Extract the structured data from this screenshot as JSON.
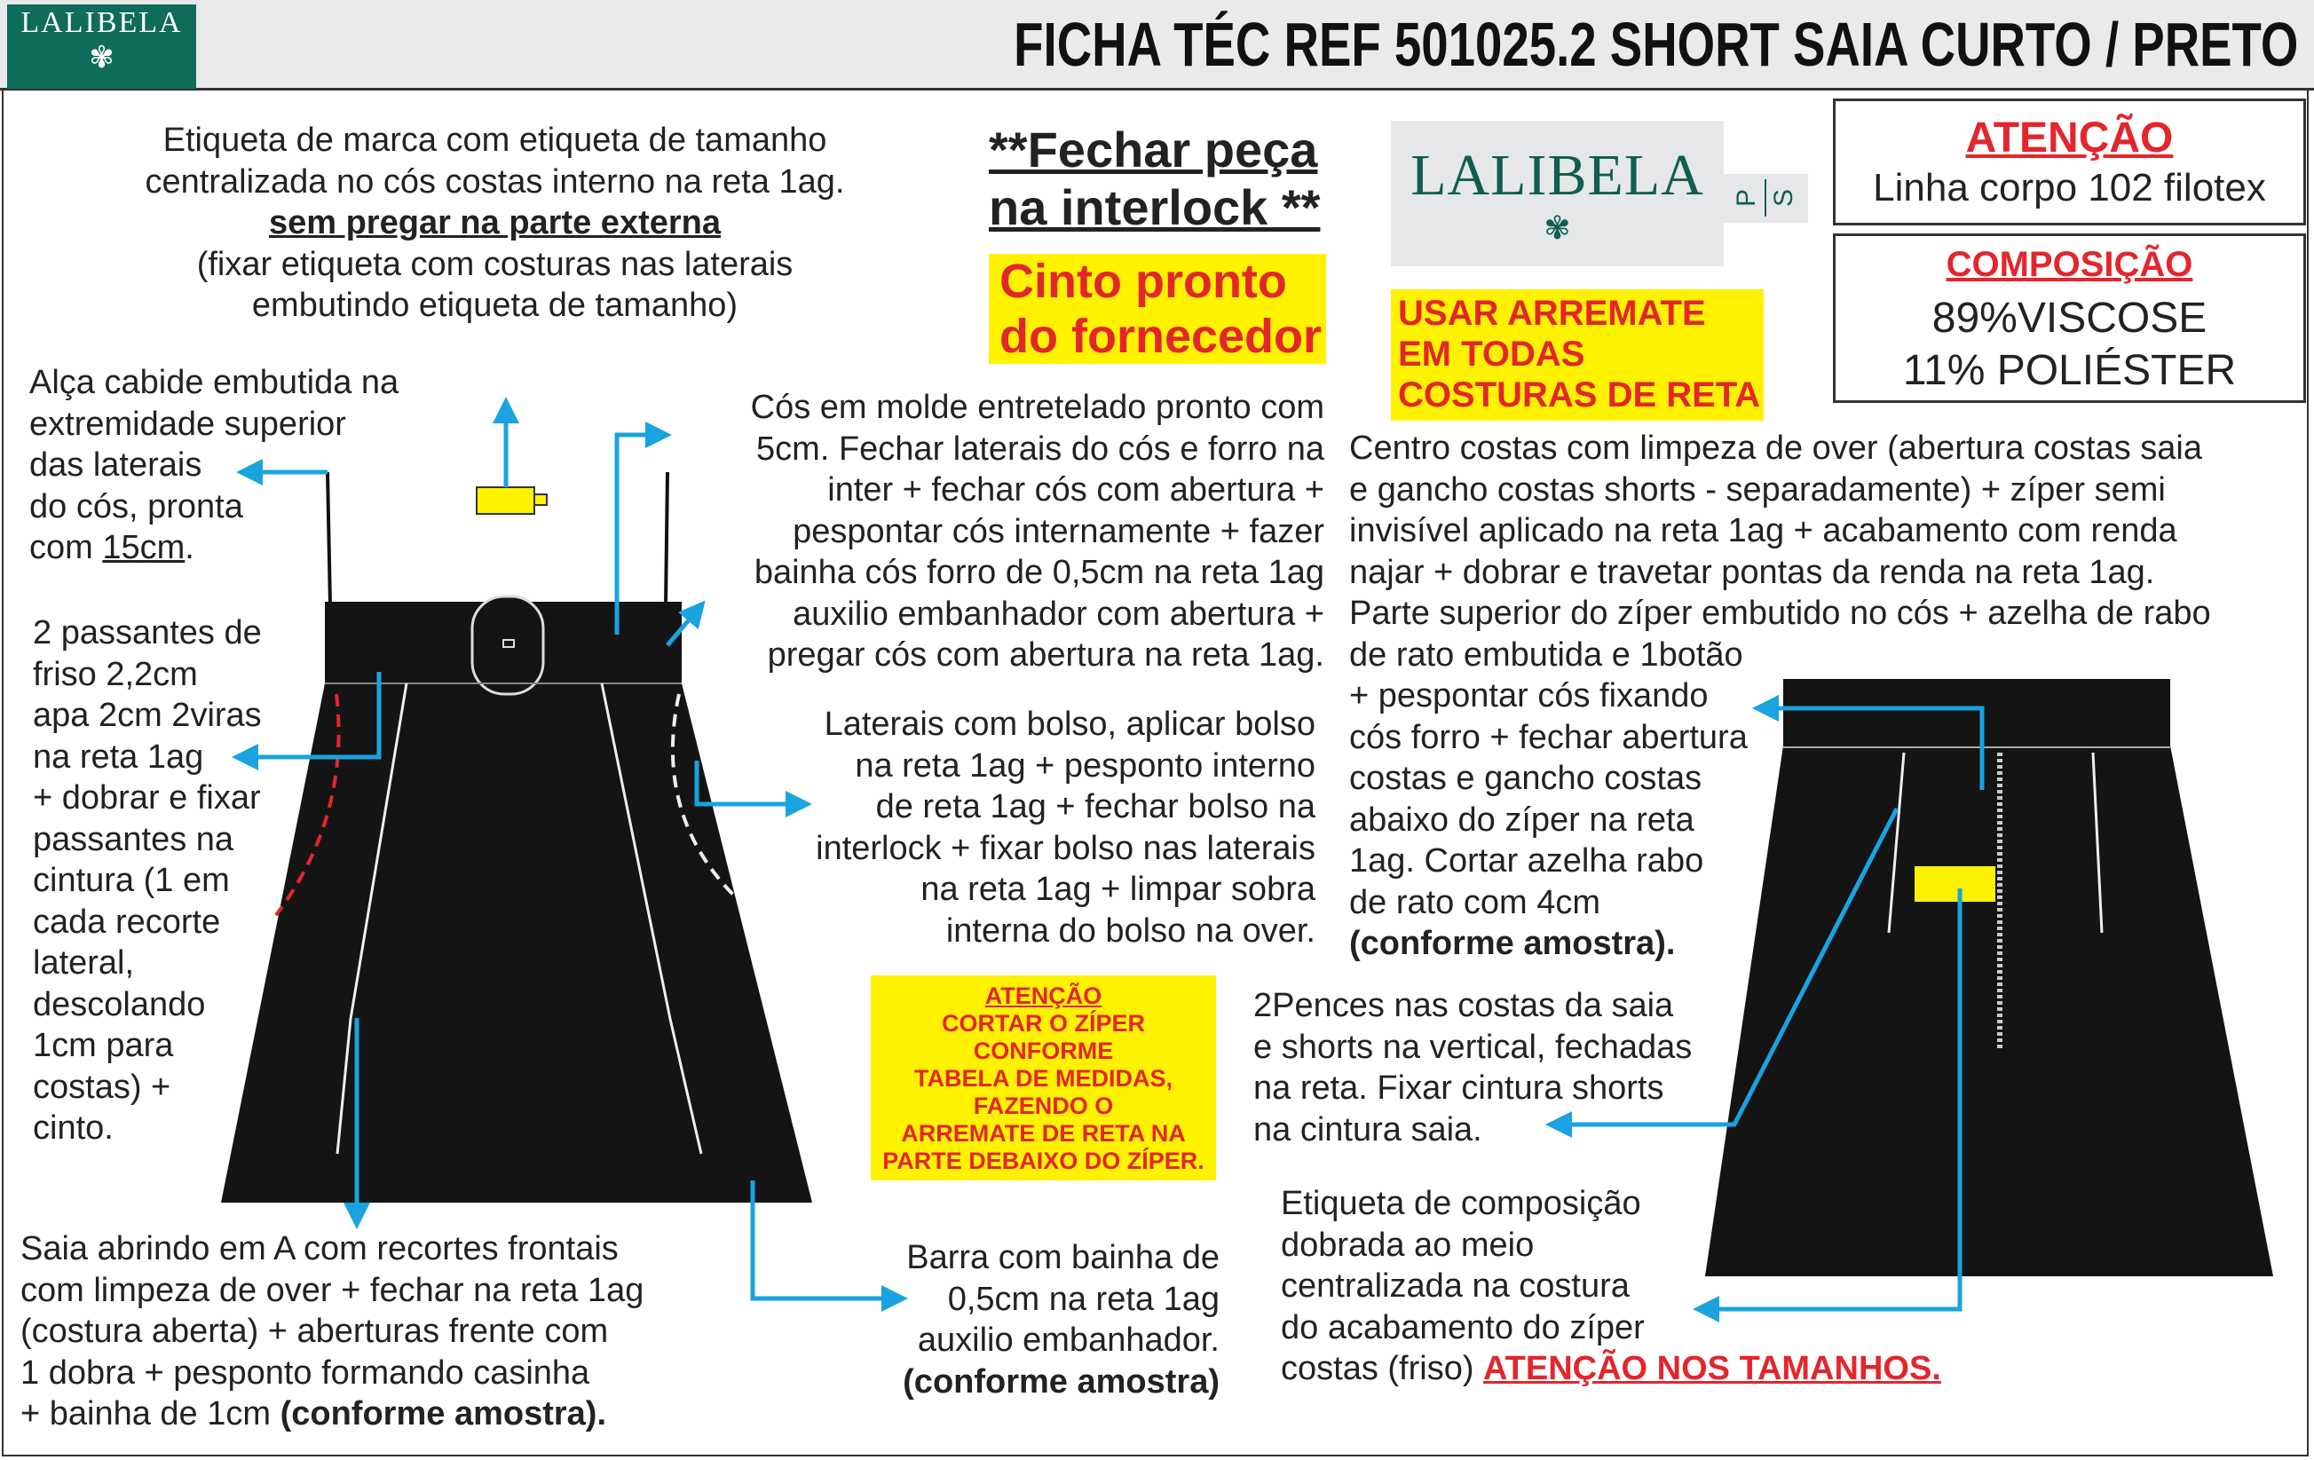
{
  "header": {
    "logo_text": "LALIBELA",
    "title": "FICHA TÉC REF 501025.2 SHORT SAIA CURTO / PRETO"
  },
  "label_note": {
    "lines": [
      "Etiqueta de marca com etiqueta de tamanho",
      "centralizada no cós costas interno na reta 1ag."
    ],
    "emphasis": "sem pregar na parte externa",
    "lines2": [
      "(fixar etiqueta com costuras nas laterais",
      "embutindo etiqueta de tamanho)"
    ]
  },
  "interlock_note": [
    "**Fechar peça",
    "na interlock **"
  ],
  "belt_note": [
    "Cinto pronto",
    "do fornecedor"
  ],
  "brand_label": {
    "name": "LALIBELA",
    "size_tab": [
      "P",
      "S"
    ]
  },
  "finish_note": [
    "USAR ARREMATE",
    "EM TODAS",
    "COSTURAS DE RETA"
  ],
  "attention_box": {
    "title": "ATENÇÃO",
    "text": "Linha corpo 102 filotex"
  },
  "composition_box": {
    "title": "COMPOSIÇÃO",
    "lines": [
      "89%VISCOSE",
      "11% POLIÉSTER"
    ]
  },
  "hanger_note": {
    "lines": [
      "Alça cabide embutida na",
      "extremidade superior",
      "das laterais",
      "do cós, pronta"
    ],
    "last_prefix": "com ",
    "last_measure": "15cm",
    "last_suffix": "."
  },
  "waistband_note": [
    "Cós em molde entretelado pronto com",
    "5cm. Fechar laterais do cós e forro na",
    "inter + fechar cós com abertura +",
    "pespontar cós internamente + fazer",
    "bainha cós forro de 0,5cm na reta 1ag",
    "auxilio embanhador com abertura +",
    "pregar cós com abertura na reta 1ag."
  ],
  "back_center_note": {
    "lines": [
      "Centro costas com limpeza de over (abertura costas saia",
      "e gancho costas shorts - separadamente) + zíper semi",
      "invisível aplicado na reta 1ag + acabamento com renda",
      "najar + dobrar e travetar pontas da renda na reta 1ag.",
      "Parte superior do zíper embutido no cós + azelha de rabo",
      "de rato embutida e 1botão",
      "+ pespontar cós fixando",
      "cós forro + fechar abertura",
      "costas e gancho costas",
      "abaixo do zíper na reta",
      "1ag. Cortar azelha rabo",
      "de rato com 4cm"
    ],
    "emphasis": "(conforme amostra)."
  },
  "loops_note": [
    "2 passantes de",
    "friso 2,2cm",
    "apa 2cm 2viras",
    "na reta 1ag",
    "+ dobrar e fixar",
    "passantes na",
    "cintura (1 em",
    "cada recorte",
    "lateral,",
    "descolando",
    "1cm para",
    "costas) +",
    "cinto."
  ],
  "pocket_note": [
    "Laterais com bolso, aplicar bolso",
    "na reta 1ag + pesponto interno",
    "de reta 1ag + fechar bolso na",
    "interlock + fixar bolso nas laterais",
    "na reta 1ag + limpar sobra",
    "interna do bolso na over."
  ],
  "zipper_warning": {
    "title": "ATENÇÃO",
    "lines": [
      "CORTAR O ZÍPER",
      "CONFORME",
      "TABELA DE MEDIDAS,",
      "FAZENDO O",
      "ARREMATE DE RETA NA",
      "PARTE DEBAIXO DO ZÍPER."
    ]
  },
  "darts_note": [
    "2Pences nas costas da saia",
    "e shorts na vertical, fechadas",
    "na reta. Fixar cintura shorts",
    "na cintura saia."
  ],
  "composition_label_note": {
    "lines": [
      "Etiqueta de composição",
      "dobrada ao meio",
      "centralizada na costura",
      "do acabamento do zíper"
    ],
    "last_prefix": "costas (friso) ",
    "warning": "ATENÇÃO NOS TAMANHOS."
  },
  "skirt_note": {
    "lines": [
      "Saia abrindo em A com recortes frontais",
      "com limpeza de over + fechar na reta 1ag",
      "(costura aberta) + aberturas frente com",
      "1 dobra + pesponto formando casinha"
    ],
    "last_prefix": "+ bainha de 1cm ",
    "emphasis": "(conforme amostra)."
  },
  "hem_note": {
    "lines": [
      "Barra com bainha de",
      "0,5cm na reta 1ag",
      "auxilio embanhador."
    ],
    "emphasis": "(conforme amostra)"
  },
  "colors": {
    "accent_blue": "#1aa3e0",
    "warning_red": "#e3262c",
    "highlight_yellow": "#fff200",
    "brand_green": "#0f6b5a"
  }
}
